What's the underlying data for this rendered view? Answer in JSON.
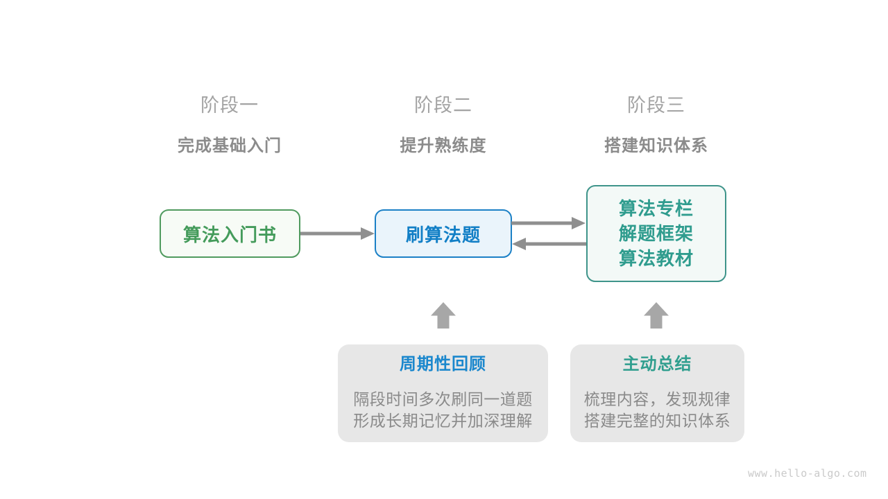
{
  "stages": [
    {
      "label": "阶段一",
      "subtitle": "完成基础入门"
    },
    {
      "label": "阶段二",
      "subtitle": "提升熟练度"
    },
    {
      "label": "阶段三",
      "subtitle": "搭建知识体系"
    }
  ],
  "flow": {
    "node1_label": "算法入门书",
    "node2_label": "刷算法题",
    "node3_lines": [
      "算法专栏",
      "解题框架",
      "算法教材"
    ]
  },
  "callouts": [
    {
      "title": "周期性回顾",
      "line1": "隔段时间多次刷同一道题",
      "line2": "形成长期记忆并加深理解"
    },
    {
      "title": "主动总结",
      "line1": "梳理内容，发现规律",
      "line2": "搭建完整的知识体系"
    }
  ],
  "watermark": "www.hello-algo.com",
  "colors": {
    "node1_green_border": "#4f9a5e",
    "node1_green_text": "#449b5b",
    "node1_bg": "#f7fbf6",
    "node2_blue_border": "#1b80c6",
    "node2_blue_text": "#127fc6",
    "node2_bg": "#eaf4fb",
    "node3_teal_border": "#3e948a",
    "node3_teal_text": "#2f9c8e",
    "node3_bg": "#f3f9f7",
    "callout_bg": "#e7e7e7",
    "callout_title_blue": "#1a87cd",
    "callout_title_teal": "#2f9e8e",
    "stage_label_gray": "#a3a3a3",
    "stage_subtitle_gray": "#8b8b8b",
    "body_text_gray": "#8a8a8a",
    "flow_arrow_gray": "#8f8f8f",
    "block_arrow_gray": "#a7a7a7",
    "watermark_gray": "#cacaca",
    "page_bg": "#ffffff"
  }
}
